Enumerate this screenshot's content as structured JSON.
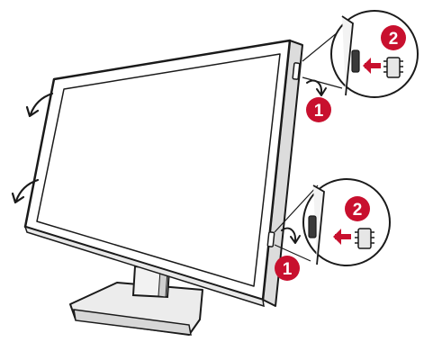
{
  "steps": {
    "top_pull": "1",
    "top_insert": "2",
    "bottom_pull": "1",
    "bottom_insert": "2"
  },
  "colors": {
    "accent": "#c8102e",
    "outline": "#1a1a1a",
    "bezel": "#3a3a3a",
    "screen": "#ffffff",
    "stand": "#e6e6e6"
  },
  "icons": {
    "tilt_arrows": "curved-arrow-icon",
    "push_arrows": "straight-arrow-icon",
    "clip": "cable-clip-icon"
  }
}
